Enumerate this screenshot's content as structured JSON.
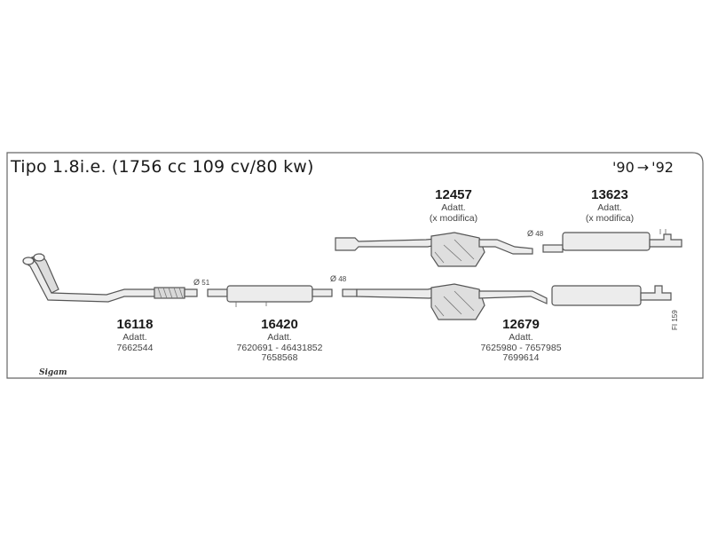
{
  "header": {
    "title": "Tipo 1.8i.e. (1756 cc 109 cv/80 kw)",
    "years_from": "'90",
    "years_arrow": "→",
    "years_to": "'92"
  },
  "parts": [
    {
      "number": "16118",
      "line1": "Adatt.",
      "line2": "7662544",
      "line3": ""
    },
    {
      "number": "16420",
      "line1": "Adatt.",
      "line2": "7620691 - 46431852",
      "line3": "7658568"
    },
    {
      "number": "12457",
      "line1": "Adatt.",
      "line2": "(x modifica)",
      "line3": ""
    },
    {
      "number": "13623",
      "line1": "Adatt.",
      "line2": "(x modifica)",
      "line3": ""
    },
    {
      "number": "12679",
      "line1": "Adatt.",
      "line2": "7625980 - 7657985",
      "line3": "7699614"
    }
  ],
  "diameters": [
    {
      "symbol": "Ø",
      "value": "51"
    },
    {
      "symbol": "Ø",
      "value": "48"
    },
    {
      "symbol": "Ø",
      "value": "48"
    }
  ],
  "sheet_code": "FI 159",
  "brand": "Sigam",
  "colors": {
    "line": "#555555",
    "fill": "#e6e6e6",
    "frame": "#666666"
  }
}
